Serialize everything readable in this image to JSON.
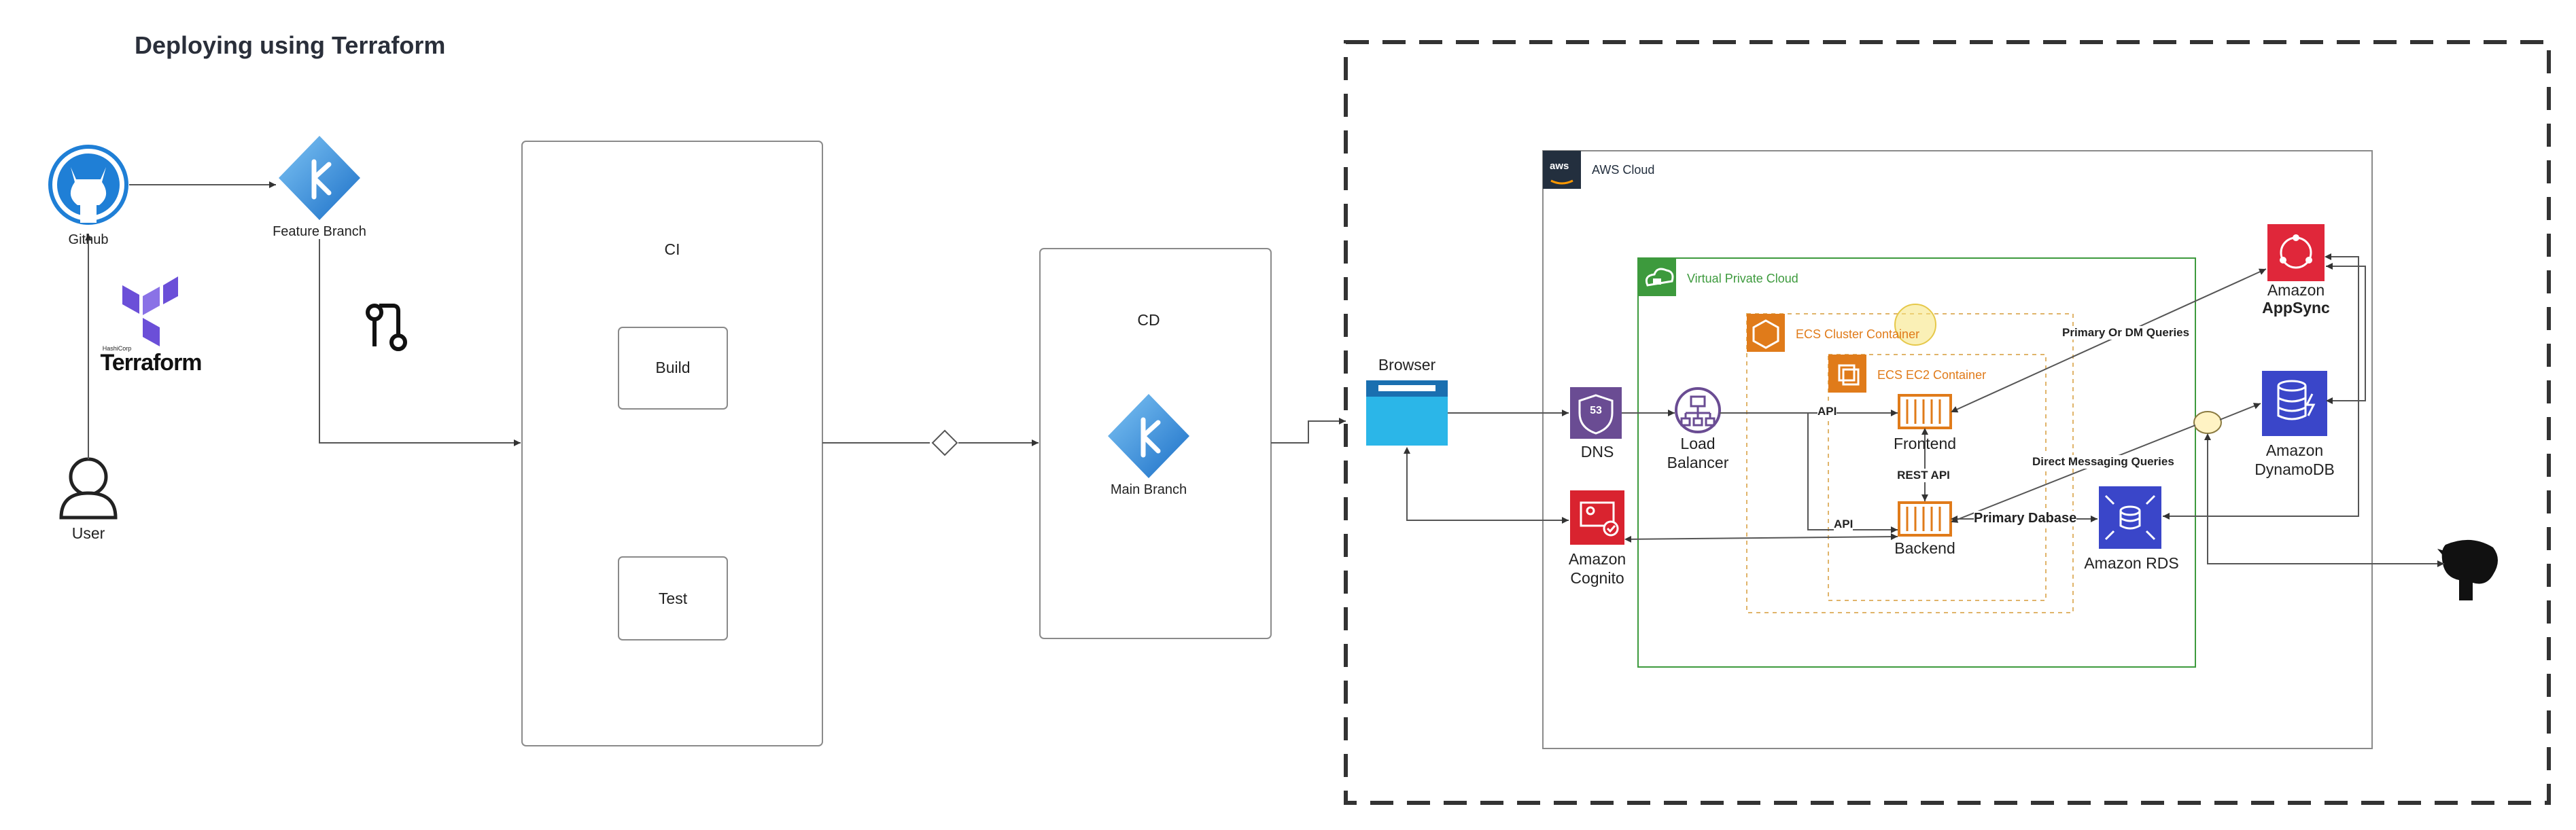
{
  "title": "Deploying using Terraform",
  "left": {
    "github": "Github",
    "feature_branch": "Feature Branch",
    "terraform_small": "HashiCorp",
    "terraform": "Terraform",
    "user": "User",
    "ci": "CI",
    "build": "Build",
    "test": "Test",
    "cd": "CD",
    "main_branch": "Main Branch"
  },
  "aws": {
    "cloud_label": "AWS Cloud",
    "aws_badge": "aws",
    "vpc_label": "Virtual Private Cloud",
    "ecs_cluster": "ECS Cluster Container",
    "ecs_ec2": "ECS EC2 Container",
    "browser": "Browser",
    "dns": "DNS",
    "dns_badge": "53",
    "load_balancer_line1": "Load",
    "load_balancer_line2": "Balancer",
    "cognito_line1": "Amazon",
    "cognito_line2": "Cognito",
    "frontend": "Frontend",
    "backend": "Backend",
    "rds": "Amazon RDS",
    "appsync_line1": "Amazon",
    "appsync_line2": "AppSync",
    "dynamo_line1": "Amazon",
    "dynamo_line2": "DynamoDB"
  },
  "edges": {
    "api_top": "API",
    "api_bottom": "API",
    "rest_api": "REST API",
    "primary_database": "Primary Dabase",
    "primary_dm": "Primary Or DM Queries",
    "direct_messaging": "Direct Messaging Queries"
  },
  "colors": {
    "github": "#1f7fd6",
    "vpc": "#3d9a3d",
    "ecs": "#e07b1a",
    "dns": "#6a4c93",
    "cognito": "#d9232f",
    "rds": "#3a46c9",
    "appsync": "#e0273a",
    "dynamo": "#3a46c9",
    "browser": "#2bb6e8",
    "terraform": "#6b4fd8"
  }
}
